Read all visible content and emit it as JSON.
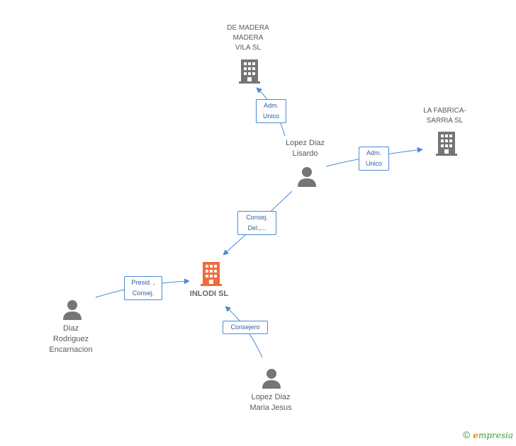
{
  "nodes": {
    "de_madera": {
      "lines": [
        "DE MADERA",
        "MADERA",
        "VILA  SL"
      ],
      "type": "company"
    },
    "la_fabrica": {
      "lines": [
        "LA FABRICA-",
        "SARRIA  SL"
      ],
      "type": "company"
    },
    "inlodi": {
      "lines": [
        "INLODI SL"
      ],
      "type": "main-company"
    },
    "lopez_lisardo": {
      "lines": [
        "Lopez Diaz",
        "Lisardo"
      ],
      "type": "person"
    },
    "diaz_encarnacion": {
      "lines": [
        "Diaz",
        "Rodriguez",
        "Encarnacion"
      ],
      "type": "person"
    },
    "lopez_maria": {
      "lines": [
        "Lopez Diaz",
        "Maria Jesus"
      ],
      "type": "person"
    }
  },
  "edges": [
    {
      "from": "lopez_lisardo",
      "to": "de_madera",
      "lines": [
        "Adm.",
        "Unico"
      ]
    },
    {
      "from": "lopez_lisardo",
      "to": "la_fabrica",
      "lines": [
        "Adm.",
        "Unico"
      ]
    },
    {
      "from": "lopez_lisardo",
      "to": "inlodi",
      "lines": [
        "Consej.",
        "Del.,..."
      ]
    },
    {
      "from": "diaz_encarnacion",
      "to": "inlodi",
      "lines": [
        "Presid. ,",
        "Consej."
      ]
    },
    {
      "from": "lopez_maria",
      "to": "inlodi",
      "lines": [
        "Consejero"
      ]
    }
  ],
  "colors": {
    "company": "#757575",
    "main_company": "#f26a3b",
    "person": "#757575",
    "edge": "#4a8ad4"
  },
  "footer": {
    "copyright": "©",
    "brand_initial": "e",
    "brand_rest": "mpresia"
  }
}
